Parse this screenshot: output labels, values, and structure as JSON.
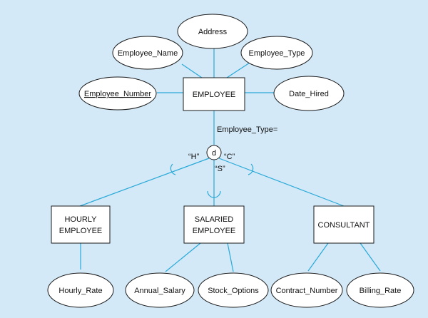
{
  "entities": {
    "employee": "EMPLOYEE",
    "hourly": [
      "HOURLY",
      "EMPLOYEE"
    ],
    "salaried": [
      "SALARIED",
      "EMPLOYEE"
    ],
    "consultant": "CONSULTANT"
  },
  "attributes": {
    "address": "Address",
    "employee_name": "Employee_Name",
    "employee_type": "Employee_Type",
    "employee_number": "Employee_Number",
    "date_hired": "Date_Hired",
    "hourly_rate": "Hourly_Rate",
    "annual_salary": "Annual_Salary",
    "stock_options": "Stock_Options",
    "contract_number": "Contract_Number",
    "billing_rate": "Billing_Rate"
  },
  "specialization": {
    "symbol": "d",
    "discriminator": "Employee_Type=",
    "hourly_value": "“H”",
    "salaried_value": "“S”",
    "consultant_value": "“C”"
  },
  "colors": {
    "background": "#d4e9f7",
    "line": "#29a9d8"
  }
}
